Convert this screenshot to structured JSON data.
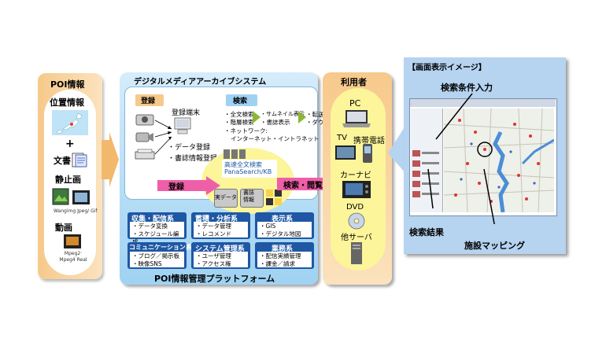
{
  "poi": {
    "title": "POI情報",
    "location": "位置情報",
    "plus": "+",
    "document": "文書",
    "still": "静止画",
    "still_formats": "Wangimg Jpeg/ Gif",
    "video": "動画",
    "video_formats": "Mpeg2· Mpeg4 Real"
  },
  "platform": {
    "title": "POI情報管理プラットフォーム",
    "dma_title": "デジタルメディアアーカイブシステム",
    "register_tab": "登録",
    "search_tab": "検索",
    "register_terminal": "登録端末",
    "data_register": "・データ登録",
    "biblio_register": "・書誌情報登録",
    "search_items": [
      "・全文検索",
      "・階層検索",
      "・サムネイル表示",
      "・書誌表示",
      "・転送",
      "・ダウンロード"
    ],
    "network": "・ネットワーク:",
    "network_value": "インターネット・イントラネット",
    "engine_line1": "高速全文検索",
    "engine_line2": "PanaSearch/KB",
    "db1": "実データ",
    "db2": "書誌情報",
    "arrow_register": "登録",
    "arrow_search": "検索・閲覧",
    "subsystems": [
      {
        "title": "収集・配信系",
        "items": [
          "・データ変換",
          "・スケジュール編成"
        ]
      },
      {
        "title": "蓄積・分析系",
        "items": [
          "・データ管理",
          "・レコメンド"
        ]
      },
      {
        "title": "表示系",
        "items": [
          "・GIS",
          "・デジタル地図"
        ]
      },
      {
        "title": "コミュニケーション系",
        "items": [
          "・ブログ／掲示板",
          "・映像SNS"
        ]
      },
      {
        "title": "システム管理系",
        "items": [
          "・ユーザ管理",
          "・アクセス権"
        ]
      },
      {
        "title": "業務系",
        "items": [
          "・配信実績管理",
          "・課金／請求"
        ]
      }
    ]
  },
  "users": {
    "title": "利用者",
    "devices": [
      "PC",
      "TV",
      "携帯電話",
      "カーナビ",
      "DVD",
      "他サーバ"
    ]
  },
  "screen": {
    "title": "【画面表示イメージ】",
    "search_condition": "検索条件入力",
    "search_result": "検索結果",
    "facility_mapping": "施設マッピング"
  },
  "colors": {
    "orange": "#f6c98a",
    "blue": "#9fd2f2",
    "navy": "#1f57a4",
    "pink_arrow": "#ef5ea8",
    "yellow": "#fcf59a"
  }
}
